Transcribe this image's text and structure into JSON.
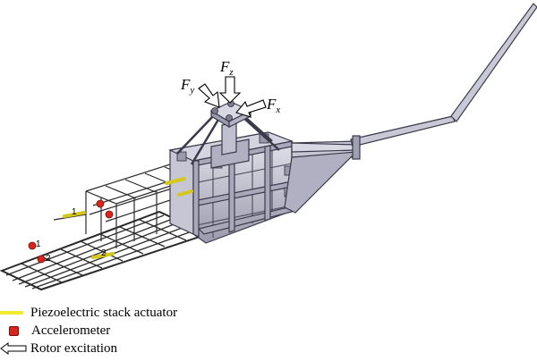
{
  "forces": {
    "fy": {
      "main": "F",
      "sub": "y"
    },
    "fz": {
      "main": "F",
      "sub": "z"
    },
    "fx": {
      "main": "F",
      "sub": "x"
    }
  },
  "markers": {
    "actuators": [
      "1",
      "2"
    ],
    "accelerometers": [
      "1",
      "2"
    ]
  },
  "legend": {
    "actuator_label": "Piezoelectric stack actuator",
    "accelerometer_label": "Accelerometer",
    "excitation_label": "Rotor excitation"
  },
  "colors": {
    "actuator": "#f2ea2a",
    "accelerometer": "#d8261c",
    "frame": "#b8b8c8",
    "frame_edge": "#4a4a5a"
  }
}
